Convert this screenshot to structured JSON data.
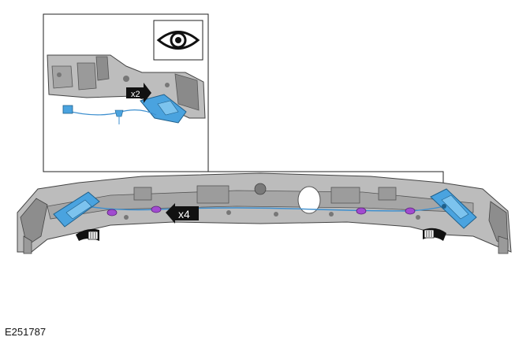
{
  "figure": {
    "id_label": "E251787",
    "detail_callout": "x2",
    "main_callout": "x4",
    "detail_icon": "eye-icon"
  },
  "colors": {
    "part_fill": "#b9b9b9",
    "part_dark": "#7a7a7a",
    "part_outline": "#4a4a4a",
    "component_blue": "#4aa3df",
    "clip_purple": "#a14bd0",
    "arrow_black": "#111111"
  }
}
